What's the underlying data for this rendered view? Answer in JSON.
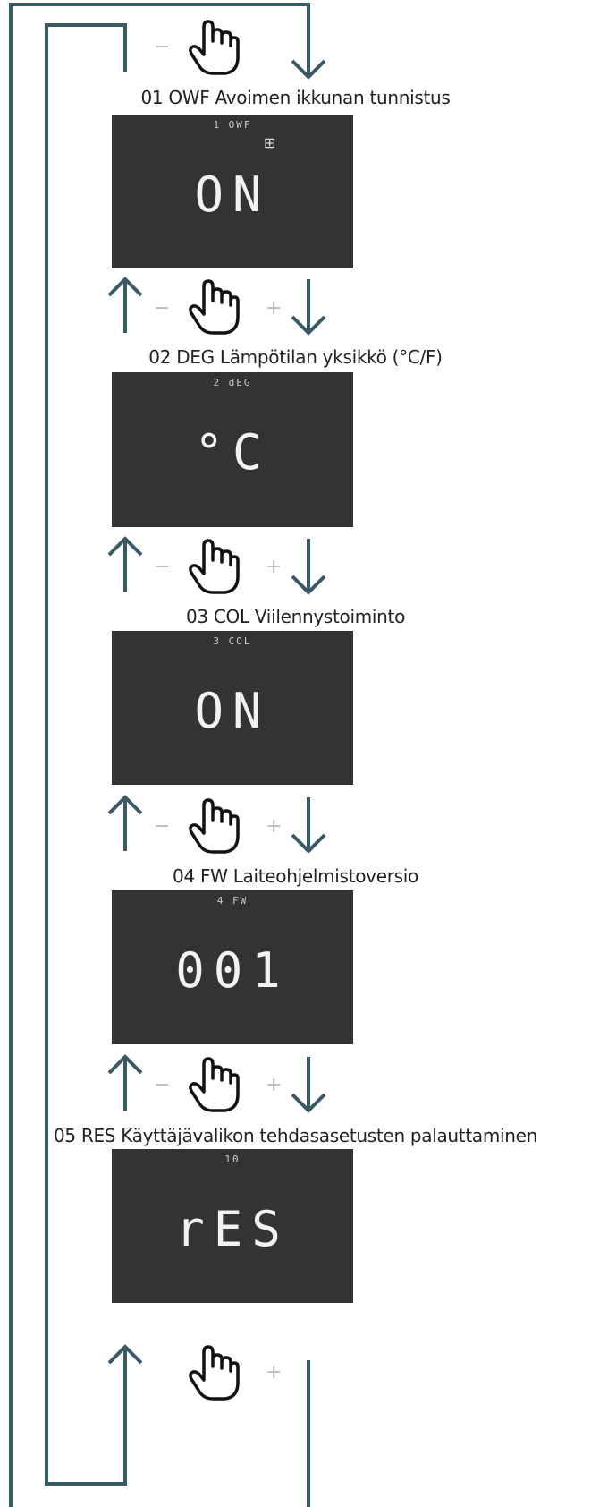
{
  "colors": {
    "line": "#3a5a66",
    "screen": "#333333",
    "text": "#222222",
    "display": "#f2f2f2"
  },
  "steps": [
    {
      "label": "01 OWF Avoimen ikkunan tunnistus",
      "small": "1 OWF",
      "big": "ON",
      "icon": "window-icon"
    },
    {
      "label": "02 DEG Lämpötilan yksikkö (°C/F)",
      "small": "2 dEG",
      "big": "°C"
    },
    {
      "label": "03 COL Viilennystoiminto",
      "small": "3 COL",
      "big": "ON"
    },
    {
      "label": "04 FW Laiteohjelmistoversio",
      "small": "4 FW",
      "big": "001"
    },
    {
      "label": "05 RES Käyttäjävalikon tehdasasetusten palauttaminen",
      "small": "10",
      "big": "rES"
    }
  ],
  "controls": {
    "minus": "−",
    "plus": "+"
  },
  "icons": [
    "hand-pointer-icon",
    "arrow-up-icon",
    "arrow-down-icon",
    "window-icon"
  ]
}
